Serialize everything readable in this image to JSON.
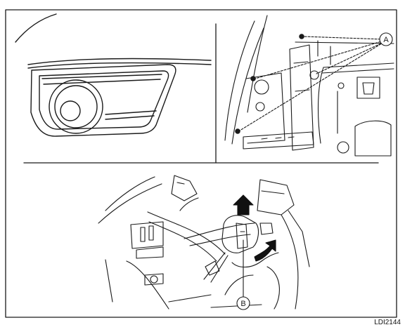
{
  "figure": {
    "callout_a": "A",
    "callout_b": "B",
    "code": "LDI2144"
  }
}
